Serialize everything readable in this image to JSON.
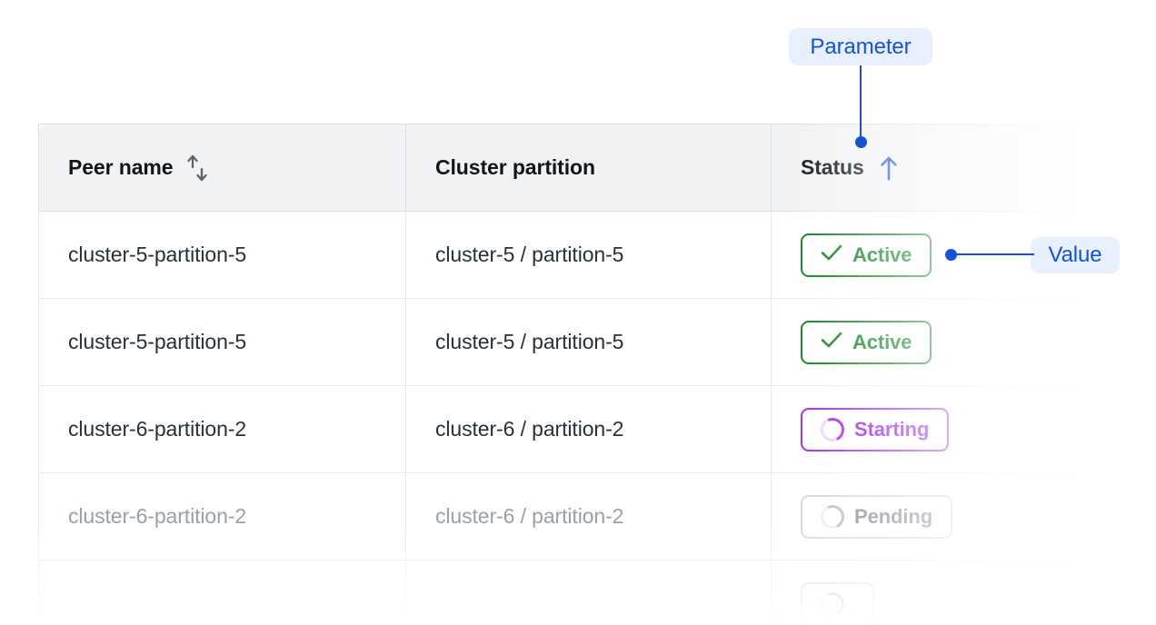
{
  "table": {
    "columns": [
      {
        "label": "Peer name",
        "sort_icon": "sort-updown-icon",
        "sort_state": "none"
      },
      {
        "label": "Cluster partition",
        "sort_icon": "",
        "sort_state": "none"
      },
      {
        "label": "Status",
        "sort_icon": "sort-up-icon",
        "sort_state": "ascending"
      }
    ],
    "rows": [
      {
        "peer_name": "cluster-5-partition-5",
        "cluster_partition": "cluster-5 / partition-5",
        "status": "Active",
        "status_kind": "active",
        "status_icon": "check-icon",
        "dimmed": false
      },
      {
        "peer_name": "cluster-5-partition-5",
        "cluster_partition": "cluster-5 / partition-5",
        "status": "Active",
        "status_kind": "active",
        "status_icon": "check-icon",
        "dimmed": false
      },
      {
        "peer_name": "cluster-6-partition-2",
        "cluster_partition": "cluster-6 / partition-2",
        "status": "Starting",
        "status_kind": "starting",
        "status_icon": "spinner-icon",
        "dimmed": false
      },
      {
        "peer_name": "cluster-6-partition-2",
        "cluster_partition": "cluster-6 / partition-2",
        "status": "Pending",
        "status_kind": "pending",
        "status_icon": "spinner-icon",
        "dimmed": true
      },
      {
        "peer_name": "",
        "cluster_partition": "",
        "status": "",
        "status_kind": "pending",
        "status_icon": "spinner-icon",
        "dimmed": true
      }
    ]
  },
  "annotations": {
    "parameter_label": "Parameter",
    "value_label": "Value"
  },
  "colors": {
    "accent_blue": "#1552d8",
    "annotation_pill_bg": "#e8f0fe",
    "status_active": "#0a8020",
    "status_starting": "#a21ff0",
    "status_pending": "#868c96",
    "header_bg": "#f1f2f4",
    "border": "#dcdfe4",
    "row_border": "#e9ebee",
    "text_primary": "#2a3039",
    "text_dim": "#9aa0a9"
  }
}
